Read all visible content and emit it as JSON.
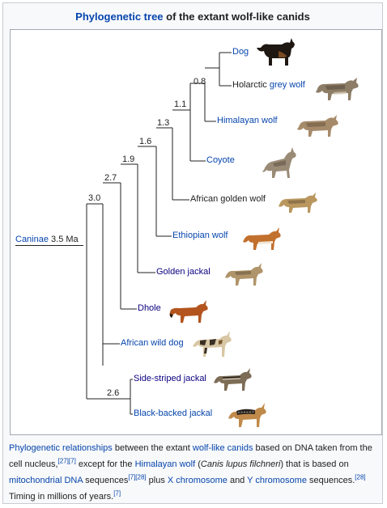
{
  "header": {
    "title_link": "Phylogenetic tree",
    "title_rest": " of the extant wolf-like canids"
  },
  "tree": {
    "root": {
      "link": "Caninae",
      "age": " 3.5 Ma"
    },
    "node_ages": [
      "0.8",
      "1.1",
      "1.3",
      "1.6",
      "1.9",
      "2.7",
      "3.0",
      "2.6"
    ],
    "tips": [
      {
        "label": "Dog",
        "style": "link",
        "icon": "dog-silhouette-icon"
      },
      {
        "prefix": "Holarctic ",
        "label": "grey wolf",
        "style": "mixed",
        "icon": "grey-wolf-icon"
      },
      {
        "label": "Himalayan wolf",
        "style": "link",
        "icon": "himalayan-wolf-icon"
      },
      {
        "label": "Coyote",
        "style": "link",
        "icon": "coyote-icon"
      },
      {
        "label": "African golden wolf",
        "style": "plain",
        "icon": "african-golden-wolf-icon"
      },
      {
        "label": "Ethiopian wolf",
        "style": "link",
        "icon": "ethiopian-wolf-icon"
      },
      {
        "label": "Golden jackal",
        "style": "visited",
        "icon": "golden-jackal-icon"
      },
      {
        "label": "Dhole",
        "style": "visited",
        "icon": "dhole-icon"
      },
      {
        "label": "African wild dog",
        "style": "link",
        "icon": "african-wild-dog-icon"
      },
      {
        "label": "Side-striped jackal",
        "style": "visited",
        "icon": "side-striped-jackal-icon"
      },
      {
        "label": "Black-backed jackal",
        "style": "link",
        "icon": "black-backed-jackal-icon"
      }
    ]
  },
  "caption": {
    "c1": "Phylogenetic relationships",
    "c2": " between the extant ",
    "c3": "wolf-like canids",
    "c4": " based on DNA taken from the cell nucleus,",
    "r1": "[27]",
    "r2": "[7]",
    "c5": " except for the ",
    "c6": "Himalayan wolf",
    "c7": " (",
    "c8": "Canis lupus filchneri",
    "c9": ") that is based on ",
    "c10": "mitochondrial DNA",
    "c11": " sequences",
    "r3": "[7]",
    "r4": "[28]",
    "c12": " plus ",
    "c13": "X chromosome",
    "c14": " and ",
    "c15": "Y chromosome",
    "c16": " sequences.",
    "r5": "[28]",
    "c17": " Timing in millions of years.",
    "r6": "[7]"
  },
  "colors": {
    "link": "#0645ad",
    "visited": "#0b0080",
    "text": "#202122"
  }
}
